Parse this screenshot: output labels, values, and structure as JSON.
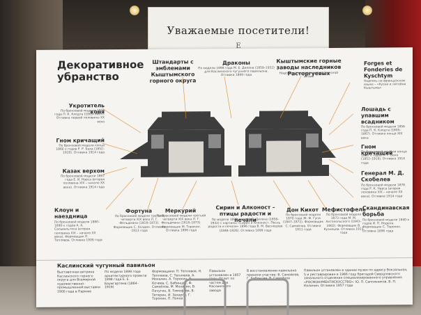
{
  "sign_top": {
    "title": "Уважаемые посетители!",
    "sub": "Е"
  },
  "board": {
    "title": "Декоративное убранство",
    "labels": [
      {
        "k": "shtandarty",
        "text": "Штандарты с эмблемами Кыштымского горного округа"
      },
      {
        "k": "drakony",
        "text": "Драконы",
        "sub": "По модели 1898 года М. Е. Дилона (1858–1932) для Каслинского чугунного павильона. Отливка 1899 года"
      },
      {
        "k": "zavody",
        "text": "Кыштымские горные заводы наследников Расторгуевых",
        "sub": "Надпись стилизованной славянской вязью"
      },
      {
        "k": "forges",
        "text": "Forges et Fonderies de Kyschtym",
        "sub": "Надпись на французском языке – «Кузни и литейни Кыштыма»"
      },
      {
        "k": "ukrotitel",
        "text": "Укротитель коня",
        "sub": "По бронзовой модели 1856 года П. К. Клодта (1805–1867). Отливка первой половины XX века"
      },
      {
        "k": "loshad",
        "text": "Лошадь с упавшим всадником",
        "sub": "По бронзовой модели 1856 года П. К. Клодта (1805–1867). Отливка конца XIX века"
      },
      {
        "k": "gnom_l",
        "text": "Гном кричащий",
        "sub": "По бронзовой модели конца 1860 х годов Р. Р. Баха (1852–1919). Отливка 1914 года"
      },
      {
        "k": "gnom_r",
        "text": "Гном кричащий",
        "sub": "По бронзовой модели конца 1860 х годов Р. Р. Баха (1852–1919). Отливка 1914 года"
      },
      {
        "k": "kazak",
        "text": "Казак верхом",
        "sub": "По бронзовой модели 1867 года Е. И. Нарса (вторая половина XIX – начало XX века). Отливка 1914 года"
      },
      {
        "k": "skobelev",
        "text": "Генерал М. Д. Скобелев",
        "sub": "По бронзовой модели 1878 года Р. К. Нарса (вторая половина XIX – начало XX века). Отливка 1914 года"
      },
      {
        "k": "kloun",
        "text": "Клоун и наездница",
        "sub": "По бронзовой модели 1880–1890-х годов А. А. Сальвальтоса (вторая половина XIX – начало XX века). Формовщик П. Теплявов. Отливка 1909 года"
      },
      {
        "k": "fortuna",
        "text": "Фортуна",
        "sub": "По бронзовой модели третьей четверти XIX века Л. Г. Фельдмана (1818–1873). Формовщик С. Холдин. Отливка 1913 года"
      },
      {
        "k": "merkuriy",
        "text": "Меркурий",
        "sub": "По бронзовой модели третьей четверти XIX века Л. Г. Фельдмана (1818–1873). Формовщик М. Торокин. Отливка 1896 года"
      },
      {
        "k": "sirin",
        "text": "Сирин и Алконост – птицы радости и печали",
        "sub": "По модели 1898 года М. Е. Дилона (1858–1932) с картины «Сирин и Алконост. Песнь радости и печали» 1896 года В. М. Васнецова (1848–1926). Отливка 1899 года"
      },
      {
        "k": "donkihot",
        "text": "Дон Кихот",
        "sub": "По бронзовой модели 1870 года Ж. Ф. Гупа (1847–1872). Формовщик С. Самойлов. Отливка 1911 года"
      },
      {
        "k": "mefistofel",
        "text": "Мефистофель",
        "sub": "По бронзовой модели 1873 года М. М. Антокольского (1843–1902). Формовщик В. Кузнецов. Отливка 1913 года"
      },
      {
        "k": "skandinav",
        "text": "Скандинавская борьба",
        "sub": "По бронзовой модели 1840-х годов И. П. Ноделя. Формовщик С. Торокин. Отливка 1896 года"
      }
    ],
    "bottom": {
      "title": "Каслинский чугунный павильон",
      "cols": [
        "Выставочная витрина Каслинского горного округа для Всемирной художественно-промышленной выставки 1900 года в Париже",
        "По модели 1899 года архитектурного проекта 1898 года Е. Е. Баумгартена (1864–1919)",
        "Формовщики: П. Теплявов, Н. Теплявов, С. Теплявов, А. Мохалин, А. Торокин, В. Кочеев, С. Бабинцев, Ф. Самойлов, М. Мохалин, В. Пичугин, В. Тимофеев, В. Тетерин, И. Захаров, Г. Торокин, П. Попов",
        "Павильон установлен в 1957 году. Отлит по частям для Каслинского завода",
        "В восстановлении павильона приняли участие: В. Самойлов, Г. Бабинцев, В. Самойлов",
        "Павильон установлен в здании музея по адресу Вокзальная, 5 и реставрирован в 1986 году бригадой Свердловского зонального отделения специализированного управления «РОСМОНУМЕНТИСКУССТВО»: Ю. П. Сапожников, В. П. Калинин. Отливка 1957 года"
      ]
    }
  },
  "colors": {
    "accent": "#e08a2a",
    "board": "#f5f4f1",
    "text": "#2b2b2b",
    "wall_red": "#9e1b1b"
  }
}
